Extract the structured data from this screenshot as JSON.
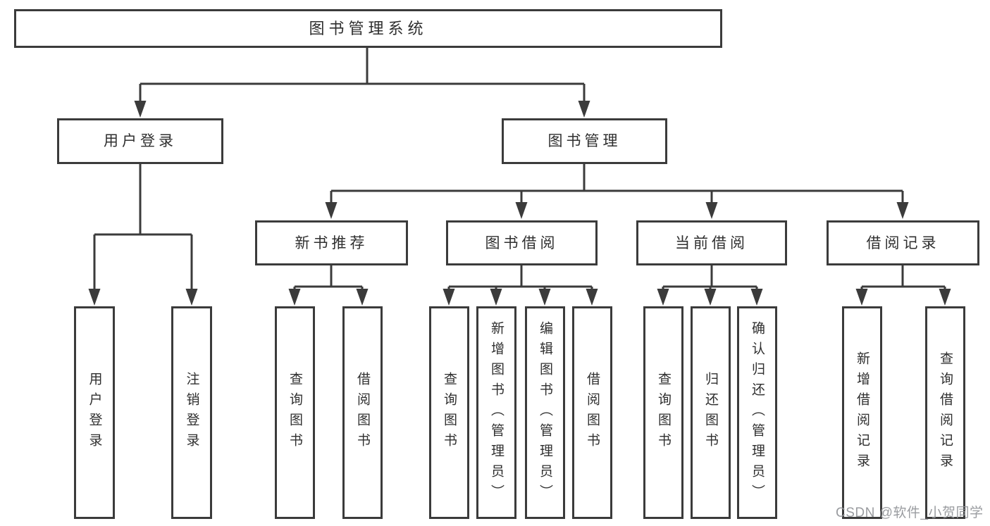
{
  "diagram_type": "hierarchy",
  "tree": {
    "root": {
      "label": "图书管理系统"
    },
    "branches": [
      {
        "label": "用户登录",
        "children": [
          {
            "label": "用户登录"
          },
          {
            "label": "注销登录"
          }
        ]
      },
      {
        "label": "图书管理",
        "children": [
          {
            "label": "新书推荐",
            "children": [
              {
                "label": "查询图书"
              },
              {
                "label": "借阅图书"
              }
            ]
          },
          {
            "label": "图书借阅",
            "children": [
              {
                "label": "查询图书"
              },
              {
                "label": "新增图书（管理员）"
              },
              {
                "label": "编辑图书（管理员）"
              },
              {
                "label": "借阅图书"
              }
            ]
          },
          {
            "label": "当前借阅",
            "children": [
              {
                "label": "查询图书"
              },
              {
                "label": "归还图书"
              },
              {
                "label": "确认归还（管理员）"
              }
            ]
          },
          {
            "label": "借阅记录",
            "children": [
              {
                "label": "新增借阅记录"
              },
              {
                "label": "查询借阅记录"
              }
            ]
          }
        ]
      }
    ]
  },
  "watermark": {
    "text": "CSDN @软件_小贺同学"
  },
  "colors": {
    "line": "#3b3b3b",
    "text": "#2f2f2f",
    "background": "#ffffff",
    "watermark": "#919498"
  }
}
